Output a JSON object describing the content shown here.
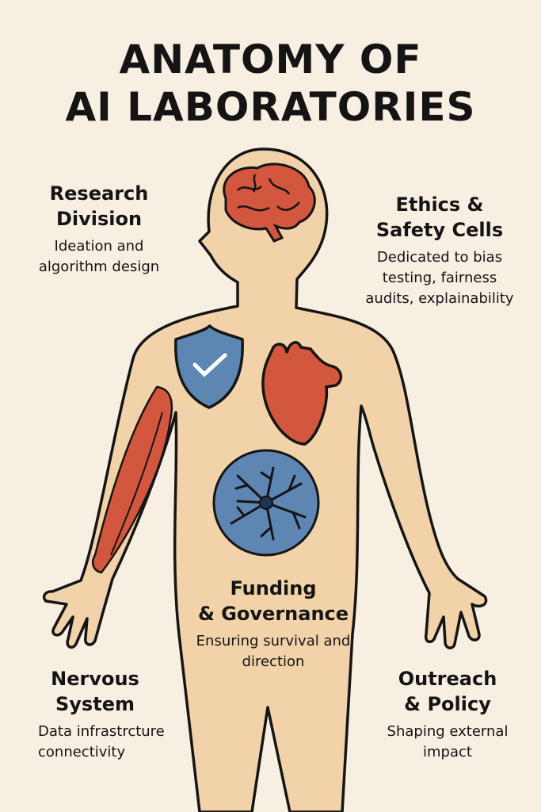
{
  "title": {
    "line1": "ANATOMY OF",
    "line2": "AI LABORATORIES"
  },
  "sections": {
    "research": {
      "title1": "Research",
      "title2": "Division",
      "desc1": "Ideation and",
      "desc2": "algorithm design"
    },
    "ethics": {
      "title1": "Ethics &",
      "title2": "Safety Cells",
      "desc1": "Dedicated to bias",
      "desc2": "testing, fairness",
      "desc3": "audits, explainability"
    },
    "funding": {
      "title1": "Funding",
      "title2": "& Governance",
      "desc1": "Ensuring survival and",
      "desc2": "direction"
    },
    "nervous": {
      "title1": "Nervous",
      "title2": "System",
      "desc1": "Data infrastrcture",
      "desc2": "connectivity"
    },
    "outreach": {
      "title1": "Outreach",
      "title2": "& Policy",
      "desc1": "Shaping external",
      "desc2": "impact"
    }
  },
  "colors": {
    "background": "#f8efe3",
    "skin": "#f2d2a9",
    "organ_red": "#d3563f",
    "organ_blue": "#5d87b2"
  }
}
